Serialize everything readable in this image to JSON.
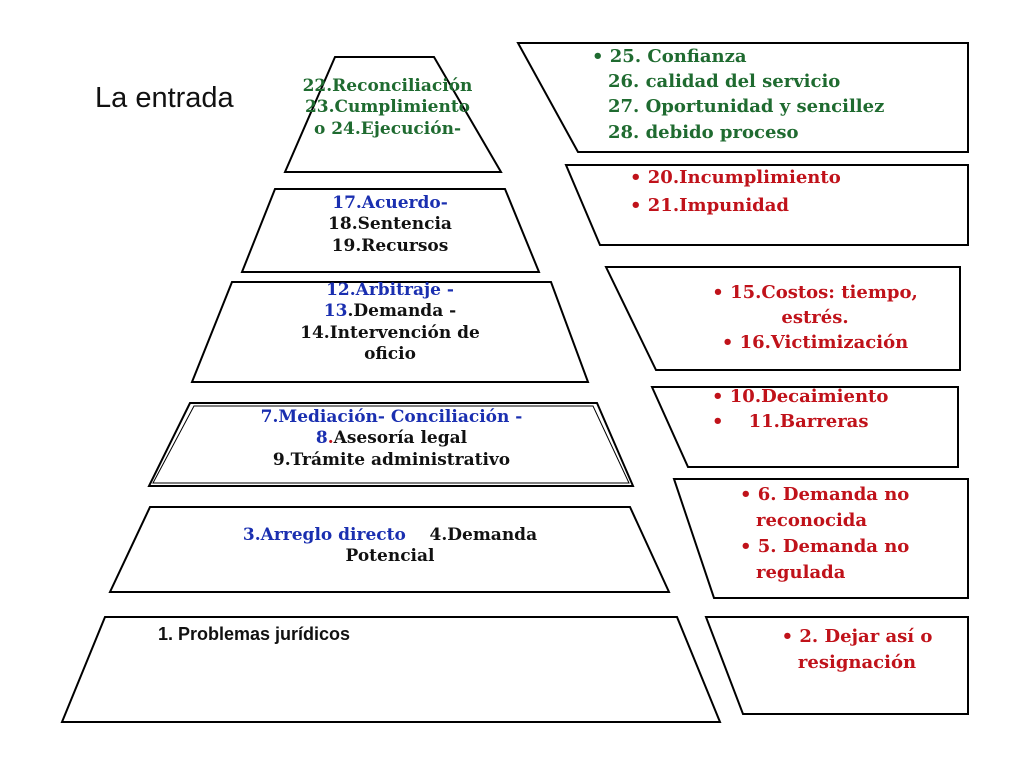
{
  "title": "La entrada",
  "colors": {
    "green": "#1f6b30",
    "blue": "#1a2fb0",
    "red": "#c0121a",
    "black": "#111111"
  },
  "pyramid": {
    "tier1": {
      "label": "1. Problemas jurídicos"
    },
    "tier2": {
      "a": "3.Arreglo directo",
      "b": "4.Demanda",
      "c": "Potencial"
    },
    "tier3": {
      "a": "7.Mediación- Conciliación  -",
      "b_num": "8",
      "b_dot": ".",
      "b_text": "Asesoría legal",
      "c": "9.Trámite administrativo"
    },
    "tier4": {
      "a": "12.Arbitraje   -",
      "b_num": "13",
      "b_text": ".Demanda -",
      "c": "14.Intervención de",
      "d": "oficio"
    },
    "tier5": {
      "a": "17.Acuerdo-",
      "b": "18.Sentencia",
      "c": "19.Recursos"
    },
    "tier6": {
      "a": "22.Reconciliación",
      "b": "23.Cumplimiento",
      "c": "o 24.Ejecución-"
    }
  },
  "side": {
    "box1": {
      "items": [
        "25. Confianza",
        "26. calidad del servicio",
        "27. Oportunidad y sencillez",
        "28. debido proceso"
      ]
    },
    "box2": {
      "items": [
        "20.Incumplimiento",
        "21.Impunidad"
      ]
    },
    "box3": {
      "item1_a": "15.Costos: tiempo,",
      "item1_b": "estrés.",
      "item2": "16.Victimización"
    },
    "box4": {
      "items": [
        "10.Decaimiento",
        "11.Barreras"
      ]
    },
    "box5": {
      "item1_a": "6. Demanda no",
      "item1_b": "reconocida",
      "item2_a": "5. Demanda no",
      "item2_b": "regulada"
    },
    "box6": {
      "item1_a": "2. Dejar así o",
      "item1_b": "resignación"
    }
  }
}
